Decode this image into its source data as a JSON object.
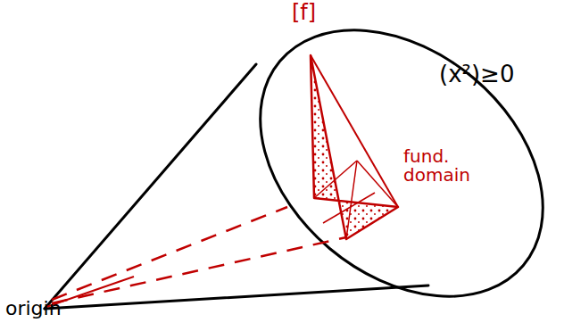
{
  "diagram": {
    "labels": [
      "[f]",
      "(x²)≥0",
      "fund. domain",
      "origin"
    ]
  }
}
